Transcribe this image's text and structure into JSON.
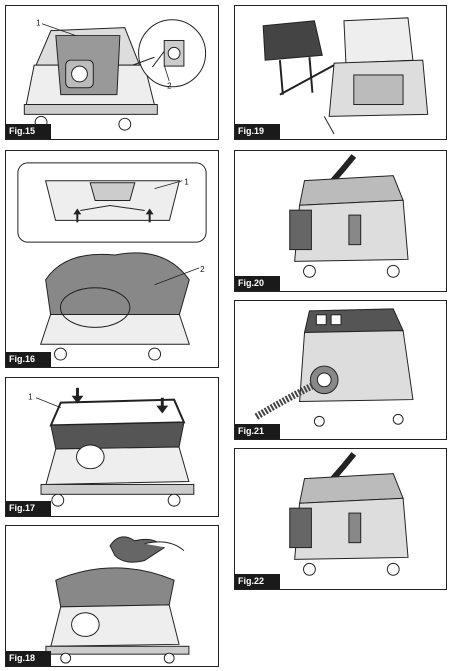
{
  "figures": {
    "fig15": {
      "label": "Fig.15",
      "callouts": [
        "1",
        "2"
      ]
    },
    "fig16": {
      "label": "Fig.16",
      "callouts": [
        "1",
        "2"
      ]
    },
    "fig17": {
      "label": "Fig.17",
      "callouts": [
        "1"
      ]
    },
    "fig18": {
      "label": "Fig.18"
    },
    "fig19": {
      "label": "Fig.19"
    },
    "fig20": {
      "label": "Fig.20"
    },
    "fig21": {
      "label": "Fig.21"
    },
    "fig22": {
      "label": "Fig.22"
    }
  }
}
